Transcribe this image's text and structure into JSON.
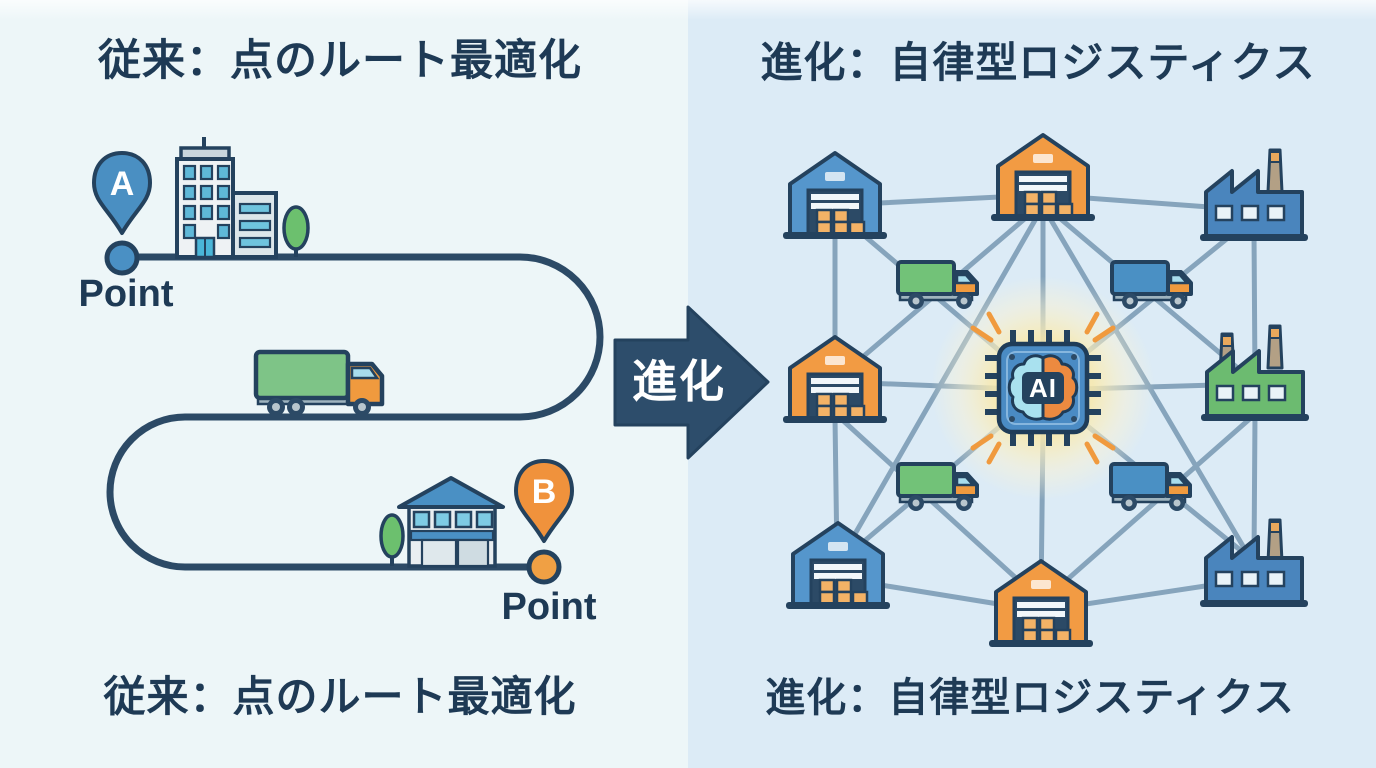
{
  "left_panel": {
    "title_top": "従来：点のルート最適化",
    "title_bottom": "従来：点のルート最適化",
    "pin_a_letter": "A",
    "point_a_label": "Point",
    "pin_b_letter": "B",
    "point_b_label": "Point"
  },
  "arrow": {
    "label": "進化"
  },
  "right_panel": {
    "title_top": "進化：自律型ロジスティクス",
    "title_bottom": "進化：自律型ロジスティクス",
    "ai_chip_label": "AI"
  },
  "icons": [
    "location-pin-a-icon",
    "location-pin-b-icon",
    "office-building-icon",
    "house-icon",
    "tree-icon",
    "delivery-truck-icon",
    "warehouse-icon",
    "factory-icon",
    "ai-chip-icon",
    "evolution-arrow-icon"
  ],
  "colors": {
    "background_left": "#edf6f8",
    "background_right": "#dcebf6",
    "navy_text": "#1e3a55",
    "route_line": "#2c4a66",
    "network_line": "#7d9db6",
    "blue": "#5596cc",
    "orange": "#f09a3e",
    "green": "#72c278",
    "box_orange": "#f3b266",
    "glow_yellow": "#f9e7a6",
    "window_blue": "#7ecbe4",
    "chimney_tan": "#b3a085"
  }
}
